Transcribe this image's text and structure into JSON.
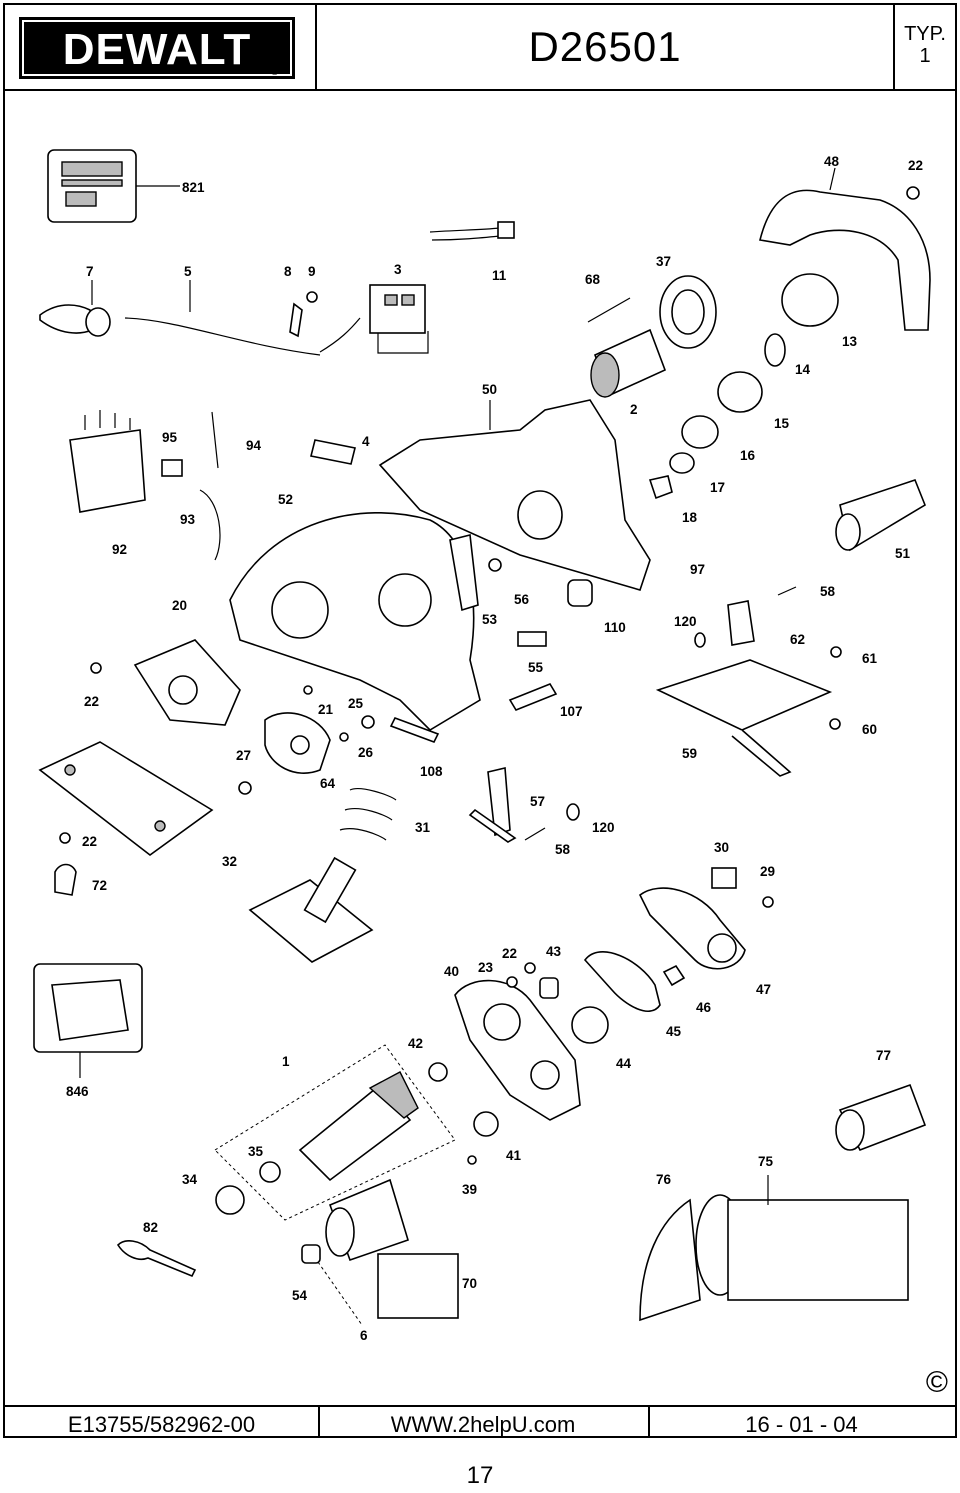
{
  "header": {
    "brand": "DEWALT",
    "model": "D26501",
    "type_label": "TYP.",
    "type_number": "1"
  },
  "footer": {
    "document_code": "E13755/582962-00",
    "website": "WWW.2helpU.com",
    "date": "16 - 01 - 04",
    "copyright_symbol": "©"
  },
  "page_number": "17",
  "diagram": {
    "part_numbers": [
      "821",
      "48",
      "22",
      "7",
      "5",
      "8",
      "9",
      "3",
      "11",
      "68",
      "37",
      "13",
      "14",
      "2",
      "50",
      "15",
      "95",
      "94",
      "4",
      "16",
      "17",
      "18",
      "92",
      "93",
      "52",
      "97",
      "51",
      "58",
      "20",
      "56",
      "53",
      "110",
      "120",
      "62",
      "61",
      "22",
      "25",
      "21",
      "55",
      "107",
      "60",
      "27",
      "26",
      "64",
      "108",
      "59",
      "57",
      "120",
      "31",
      "58",
      "22",
      "32",
      "72",
      "30",
      "29",
      "22",
      "43",
      "40",
      "23",
      "47",
      "46",
      "45",
      "42",
      "77",
      "846",
      "1",
      "44",
      "41",
      "35",
      "75",
      "34",
      "39",
      "76",
      "82",
      "70",
      "54",
      "6"
    ]
  }
}
